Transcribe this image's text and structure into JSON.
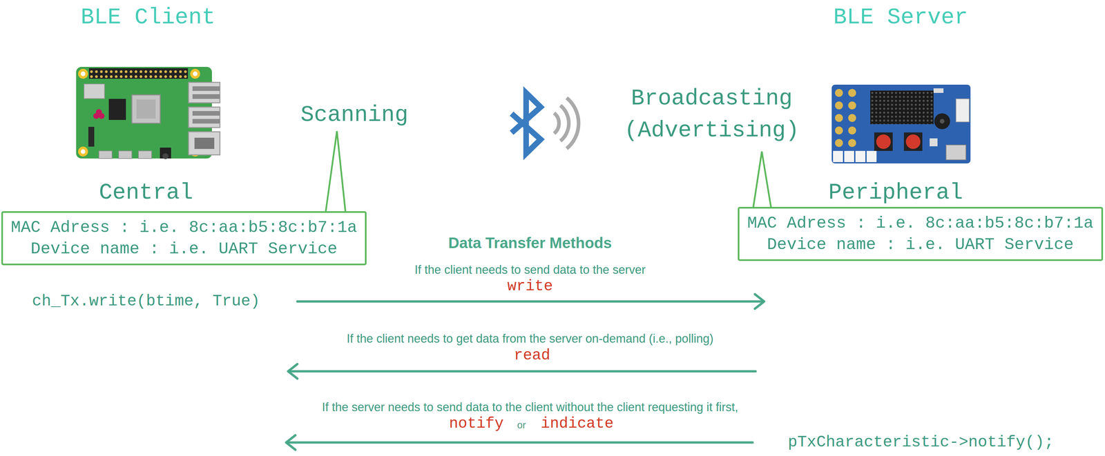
{
  "diagram": {
    "nodes": [
      {
        "text": [
          "MAC Adress : i.e. 8c:aa:b5:8c:b7:1a",
          "Device name : i.e. UART Service"
        ]
      },
      {
        "text": [
          "MAC Adress : i.e. 8c:aa:b5:8c:b7:1a",
          "Device name : i.e. UART Service"
        ]
      }
    ],
    "labels": [
      "BLE Client",
      "BLE Server",
      "Scanning",
      "Broadcasting (Advertising)",
      "Central",
      "Peripheral",
      "Data Transfer Methods",
      "If the client needs to send data to the server",
      "write",
      "ch_Tx.write(btime, True)",
      "If the client needs to get data from the server on-demand (i.e., polling)",
      "read",
      "If the server needs to send data to the client without the client requesting it first,",
      "notify",
      "or",
      "indicate",
      "pTxCharacteristic->notify();"
    ]
  }
}
